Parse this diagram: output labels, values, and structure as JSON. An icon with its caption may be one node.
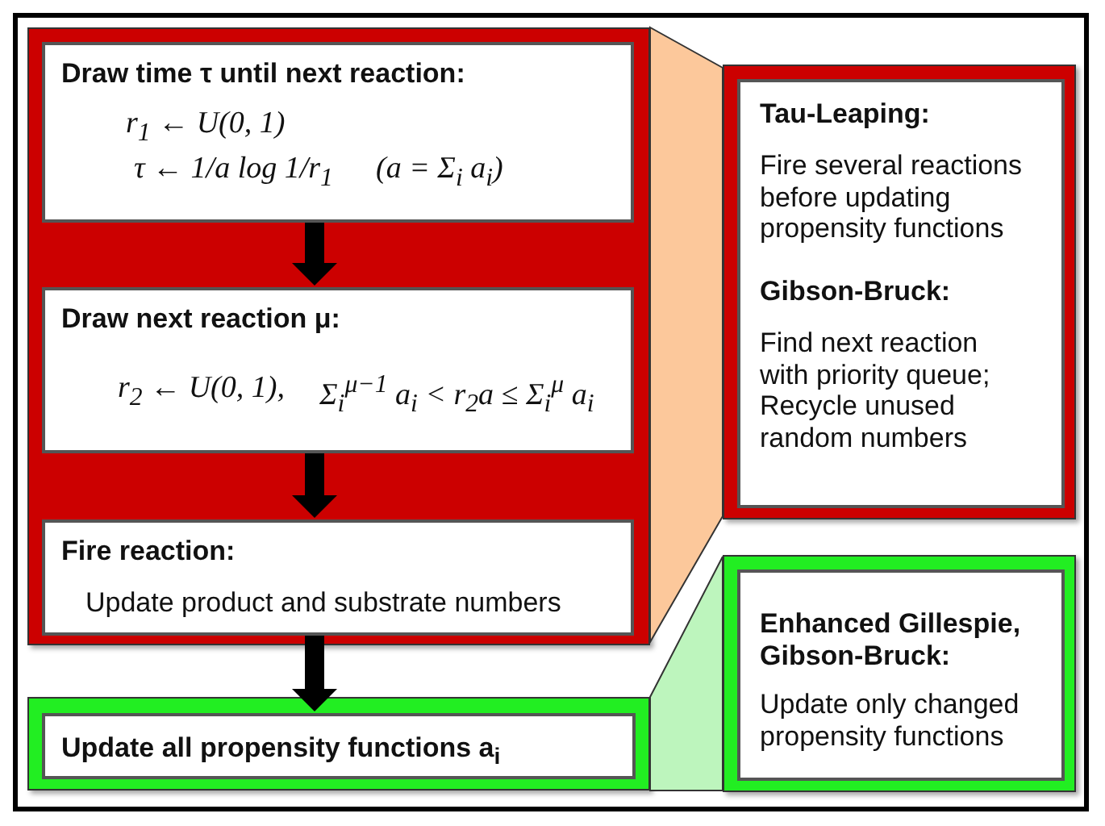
{
  "diagram": {
    "nodes": [
      {
        "text": [],
        "shape": "box"
      },
      {
        "text": [
          "Draw time τ until next reaction:",
          "r$_{1}$ ← U(0, 1)",
          "τ ← 1/a log 1/r$_{1}$",
          "(a = Σ$_{i}$ a$_{i}$)"
        ],
        "in": 0
      },
      {
        "text": [
          "Draw next reaction μ:",
          "r$_{2}$ ← U(0, 1),",
          "Σ$_{i}$$^{μ−1}$ a$_{i}$ < r$_{2}$a ≤ Σ$_{i}$$^{μ}$ a$_{i}$"
        ],
        "in": 0
      },
      {
        "text": [
          "Fire reaction:",
          "Update product and substrate numbers"
        ],
        "in": 0
      },
      {
        "text": [],
        "shape": "box"
      },
      {
        "text": [
          "Update all propensity functions a$_{i}$"
        ],
        "in": 4
      },
      {
        "text": [],
        "shape": "box"
      },
      {
        "text": [
          "Tau-Leaping:",
          "Fire several reactions before updating propensity functions",
          "Gibson-Bruck:",
          "Find next reaction with priority queue; Recycle unused random numbers"
        ],
        "in": 6
      },
      {
        "text": [],
        "shape": "box"
      },
      {
        "text": [
          "Enhanced Gillespie, Gibson-Bruck:",
          "Update only changed propensity functions"
        ],
        "in": 8
      },
      {
        "text": [],
        "shape": "trapezoid"
      },
      {
        "text": [],
        "shape": "trapezoid"
      }
    ],
    "edges": [
      {
        "from": 1,
        "to": 2,
        "arrow": "to"
      },
      {
        "from": 2,
        "to": 3,
        "arrow": "to"
      },
      {
        "from": 3,
        "to": 5,
        "arrow": "to"
      }
    ]
  }
}
